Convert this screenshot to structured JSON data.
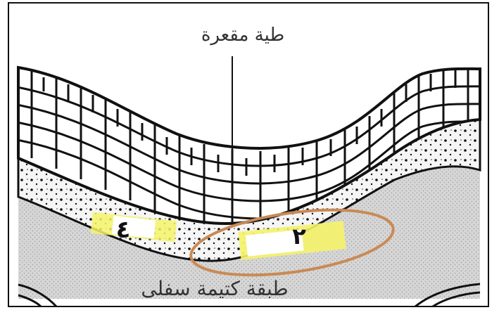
{
  "labels": {
    "title": "طية مقعرة",
    "bottom_layer": "طبقة كتيمة سفلى",
    "marker_left": "٤",
    "marker_right": "٢"
  },
  "colors": {
    "line": "#111111",
    "limestone_fill": "#ffffff",
    "sand_fill": "#f4f4f4",
    "shale_fill": "#d9d9d9",
    "highlight": "#f2f000",
    "circle": "#c98a55"
  }
}
